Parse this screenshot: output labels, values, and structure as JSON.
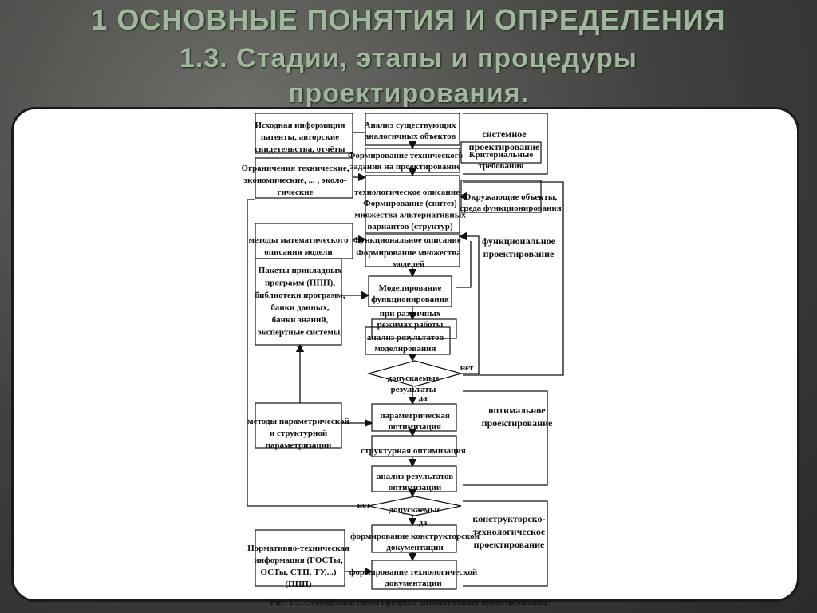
{
  "slide": {
    "title_line1": "1 ОСНОВНЫЕ ПОНЯТИЯ И ОПРЕДЕЛЕНИЯ",
    "title_line2": "1.3. Стадии, этапы и процедуры",
    "title_line3": "проектирования."
  },
  "diagram": {
    "left": {
      "initial_info": [
        "Исходная информация",
        "патенты, авторские",
        "свидетельства, отчёты"
      ],
      "constraints": [
        "Ограничения технические,",
        "экономические, ... , эколо-",
        "гические"
      ],
      "math_methods": [
        "методы математического",
        "описания модели"
      ],
      "packages": [
        "Пакеты прикладных",
        "программ (ППП),",
        "библиотеки программ,",
        "банки данных,",
        "банки знаний,",
        "экспертные системы,",
        "..."
      ],
      "param_methods": [
        "методы параметрической",
        "и структурной",
        "параметризации"
      ],
      "normative": [
        "Нормативно-техническая",
        "информация (ГОСТы,",
        "ОСТы, СТП, ТУ,...)",
        "(ППП)"
      ]
    },
    "center": {
      "analysis": [
        "Анализ существующих",
        "аналогичных объектов"
      ],
      "tech_task": [
        "Формирование технического",
        "задания на проектирование"
      ],
      "tech_desc": [
        "технологическое описание"
      ],
      "synthesis": [
        "Формирование (синтез)",
        "множества альтернативных",
        "вариантов (структур)"
      ],
      "func_desc": [
        "Функциональное описание"
      ],
      "models": [
        "Формирование множества",
        "моделей"
      ],
      "modeling": [
        "Моделирование",
        "функционирования"
      ],
      "modes": [
        "при различных",
        "режимах работы"
      ],
      "results": [
        "анализ результатов",
        "моделирования"
      ],
      "decision1": [
        "допускаемые",
        "результаты"
      ],
      "param_opt": [
        "параметрическая",
        "оптимизация"
      ],
      "struct_opt": [
        "структурная оптимизация"
      ],
      "opt_results": [
        "анализ результатов",
        "оптимизации"
      ],
      "decision2": [
        "допускаемые"
      ],
      "design_docs": [
        "формирование конструкторской",
        "документации"
      ],
      "tech_docs": [
        "формирование технологической",
        "документации"
      ]
    },
    "right": {
      "criteria": [
        "Критериальные",
        "требования"
      ],
      "environment": [
        "Окружающие объекты,",
        "среда функционирования"
      ]
    },
    "stages": {
      "system": [
        "системное",
        "проектирование"
      ],
      "functional": [
        "функциональное",
        "проектирование"
      ],
      "optimal": [
        "оптимальное",
        "проектирование"
      ],
      "constructive": [
        "конструкторско-",
        "технологическое",
        "проектирование"
      ]
    },
    "labels": {
      "no": "нет",
      "yes": "да"
    },
    "caption": "Рис. 1.1. Обобщённая схема процесса автоматизации проектирования"
  }
}
